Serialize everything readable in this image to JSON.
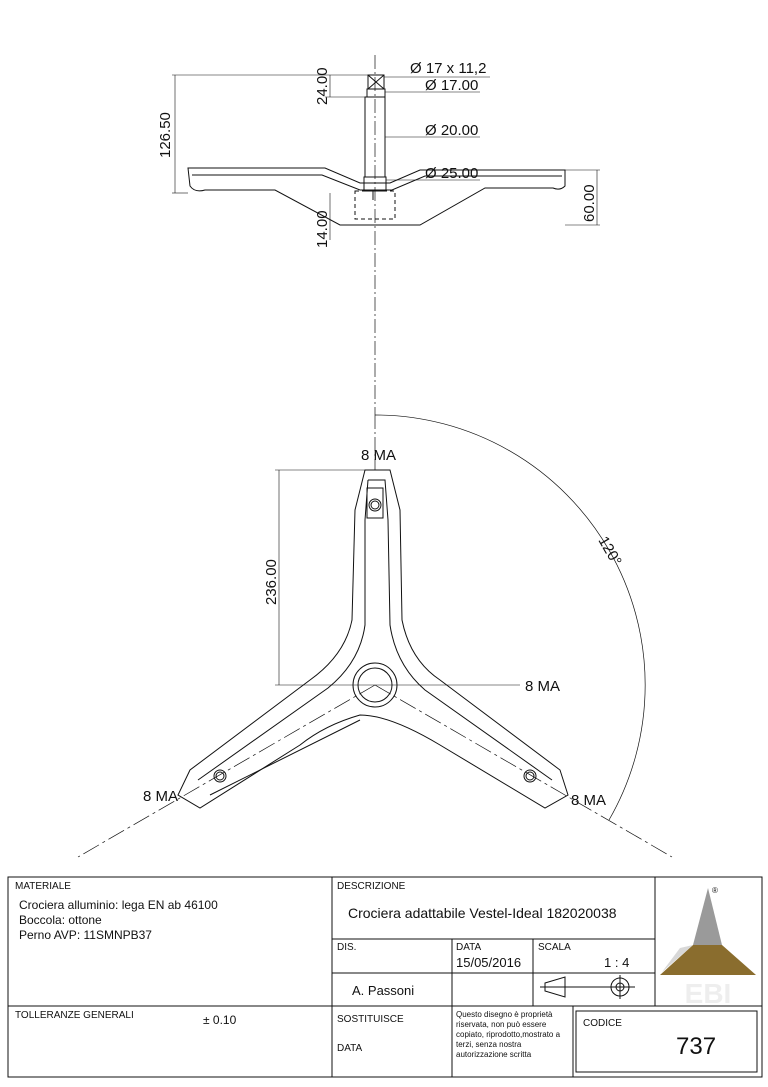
{
  "drawing": {
    "dimensions": {
      "shaft_top": "Ø 17 x 11,2",
      "shaft_d17": "Ø 17.00",
      "shaft_d20": "Ø 20.00",
      "shaft_d25": "Ø 25.00",
      "height_total": "126.50",
      "height_24": "24.00",
      "height_14": "14.00",
      "height_60": "60.00",
      "arm_length": "236.00",
      "angle": "120°",
      "thread_top": "8 MA",
      "thread_center": "8 MA",
      "thread_left": "8 MA",
      "thread_right": "8 MA"
    }
  },
  "title_block": {
    "materiale_label": "MATERIALE",
    "materiale_lines": [
      "Crociera alluminio: lega EN ab 46100",
      "Boccola: ottone",
      "Perno AVP: 11SMNPB37"
    ],
    "descrizione_label": "DESCRIZIONE",
    "descrizione": "Crociera adattabile Vestel-Ideal 182020038",
    "dis_label": "DIS.",
    "data_label": "DATA",
    "data_value": "15/05/2016",
    "scala_label": "SCALA",
    "scala_value": "1 : 4",
    "designer": "A. Passoni",
    "tolleranze_label": "TOLLERANZE GENERALI",
    "tolleranze_value": "± 0.10",
    "sostituisce_label": "SOSTITUISCE",
    "data2_label": "DATA",
    "disclaimer": "Questo disegno è proprietà riservata, non può essere copiato, riprodotto,mostrato a terzi, senza nostra autorizzazione scritta",
    "codice_label": "CODICE",
    "codice_value": "737",
    "logo_text": "EBI",
    "logo_mark": "®",
    "colors": {
      "logo_gold": "#8a6d2e",
      "logo_gray": "#9a9a9a"
    }
  }
}
